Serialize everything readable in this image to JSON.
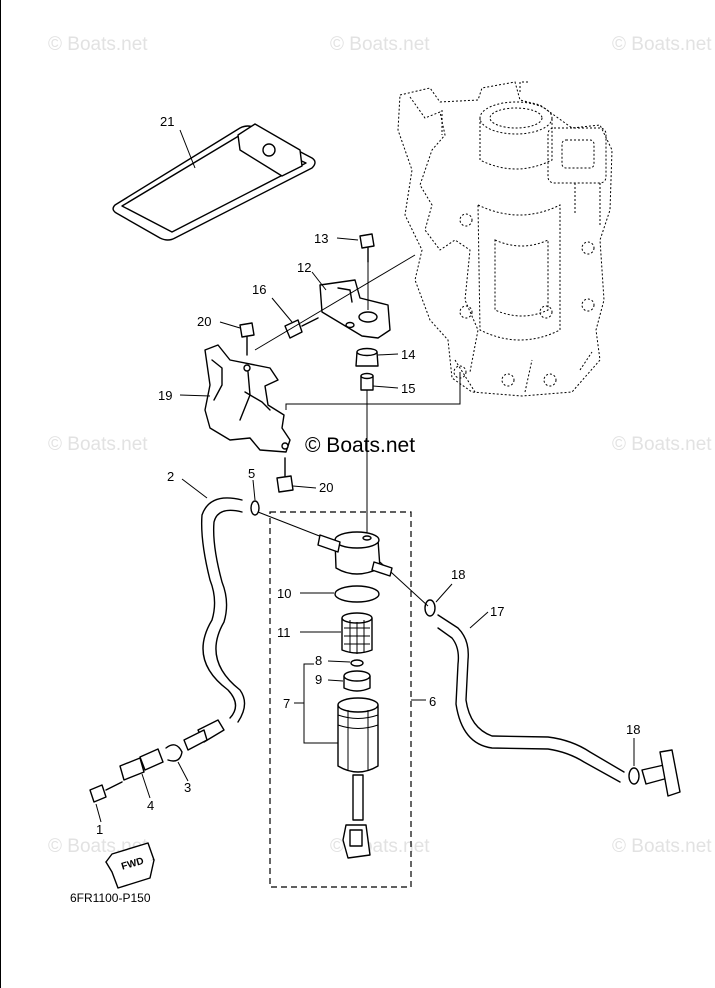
{
  "watermark": {
    "text": "© Boats.net"
  },
  "center_watermark": {
    "text": "© Boats.net"
  },
  "diagram_code": "6FR1100-P150",
  "fwd_label": "FWD",
  "callouts": {
    "c1": "1",
    "c2": "2",
    "c3": "3",
    "c4": "4",
    "c5": "5",
    "c6": "6",
    "c7": "7",
    "c8": "8",
    "c9": "9",
    "c10": "10",
    "c11": "11",
    "c12": "12",
    "c13": "13",
    "c14": "14",
    "c15": "15",
    "c16": "16",
    "c17": "17",
    "c18a": "18",
    "c18b": "18",
    "c19": "19",
    "c20a": "20",
    "c20b": "20",
    "c21": "21"
  }
}
